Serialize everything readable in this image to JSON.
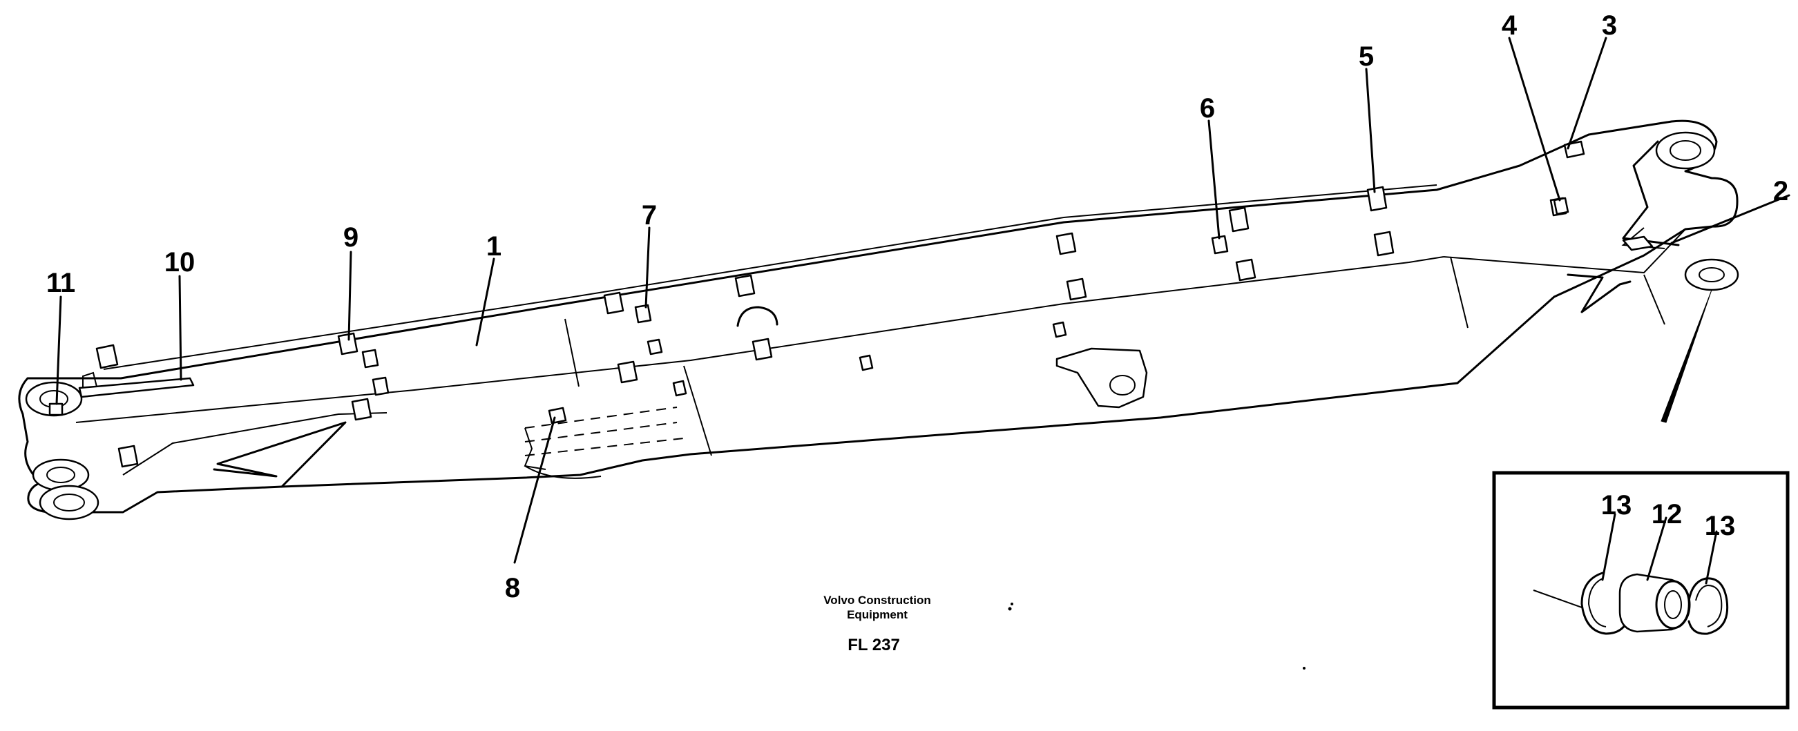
{
  "drawing": {
    "callouts": [
      "1",
      "2",
      "3",
      "4",
      "5",
      "6",
      "7",
      "8",
      "9",
      "10",
      "11"
    ],
    "detail_callouts": [
      "13",
      "12",
      "13"
    ],
    "caption_line1": "Volvo Construction",
    "caption_line2": "Equipment",
    "figure_code": "FL 237"
  }
}
